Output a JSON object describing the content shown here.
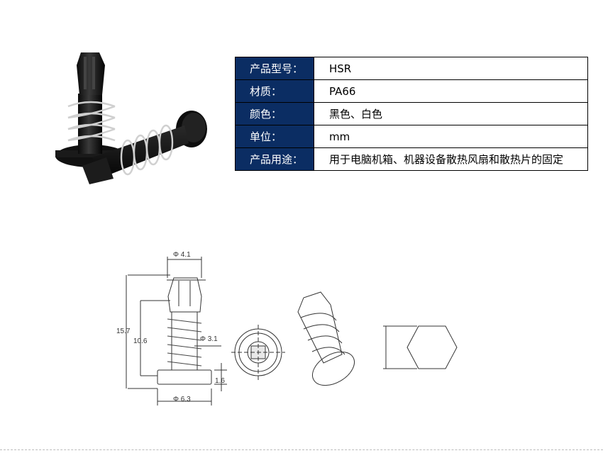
{
  "specs": [
    {
      "key": "产品型号：",
      "value": "HSR"
    },
    {
      "key": "材质：",
      "value": "PA66"
    },
    {
      "key": "颜色：",
      "value": "黑色、白色"
    },
    {
      "key": "单位：",
      "value": "mm"
    },
    {
      "key": "产品用途：",
      "value": "用于电脑机箱、机器设备散热风扇和散热片的固定"
    }
  ],
  "dimensions": {
    "top_diameter": "Φ 4.1",
    "total_height": "15.7",
    "shaft_length": "10.6",
    "spring_diameter": "Φ 3.1",
    "head_thickness": "1.6",
    "head_diameter": "Φ 6.3"
  },
  "colors": {
    "table_header_bg": "#0b2d63",
    "table_header_text": "#ffffff"
  }
}
